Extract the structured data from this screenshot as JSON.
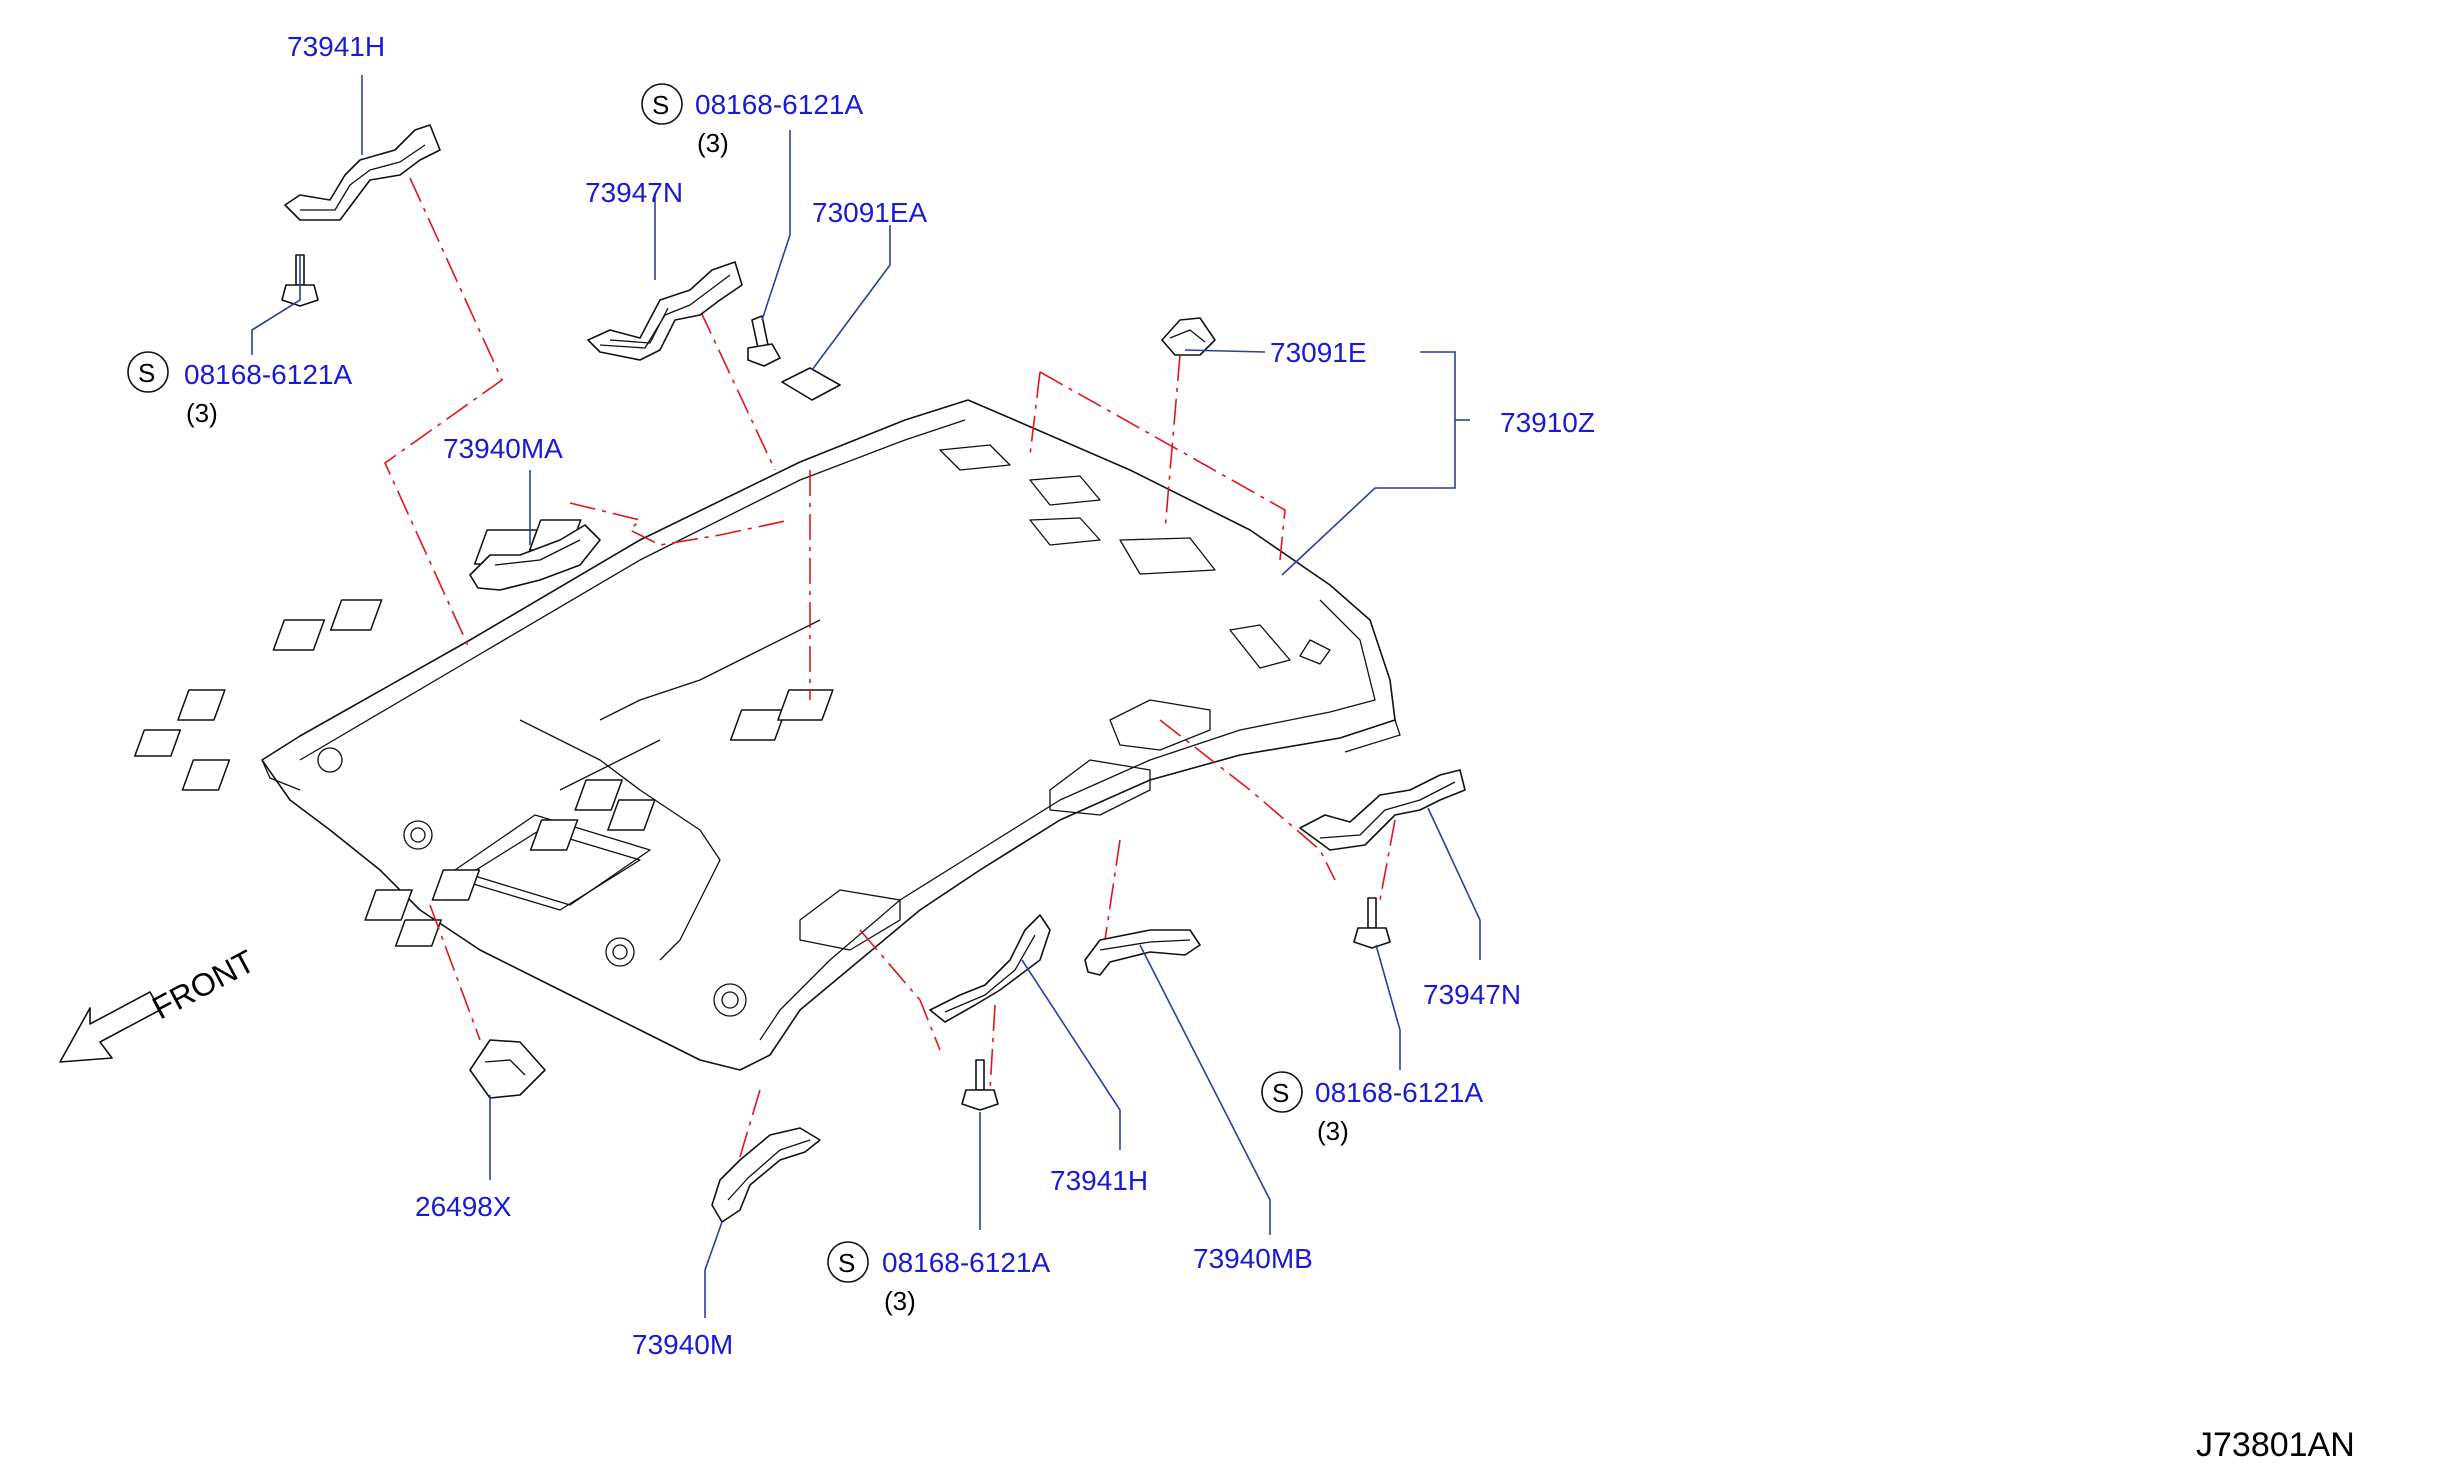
{
  "diagram_id": "J73801AN",
  "direction_label": "FRONT",
  "symbol_s": "S",
  "labels": {
    "p73941h_top": "73941H",
    "screw_top_left": "08168-6121A",
    "screw_top_left_qty": "(3)",
    "screw_top_center": "08168-6121A",
    "screw_top_center_qty": "(3)",
    "p73947n_top": "73947N",
    "p73091ea": "73091EA",
    "p73091e": "73091E",
    "p73910z": "73910Z",
    "p73940ma": "73940MA",
    "p73947n_right": "73947N",
    "screw_right": "08168-6121A",
    "screw_right_qty": "(3)",
    "p73941h_bottom": "73941H",
    "p73940mb": "73940MB",
    "screw_bottom": "08168-6121A",
    "screw_bottom_qty": "(3)",
    "p26498x": "26498X",
    "p73940m": "73940M"
  }
}
